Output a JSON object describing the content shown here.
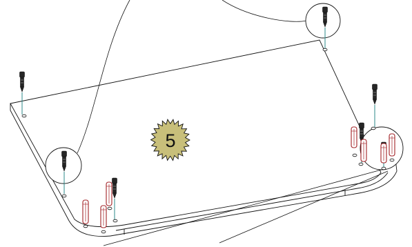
{
  "step": {
    "number": "5"
  },
  "colors": {
    "line": "#111111",
    "badge_fill": "#c8bf7a",
    "dowel_outline": "#a11f24",
    "dowel_fill": "#ffffff",
    "cam_fill": "#262626",
    "guide_line": "#2b8a8a"
  },
  "parts": {
    "cam_bolts": 7,
    "wooden_dowels": 7,
    "detail_callouts": 3
  }
}
